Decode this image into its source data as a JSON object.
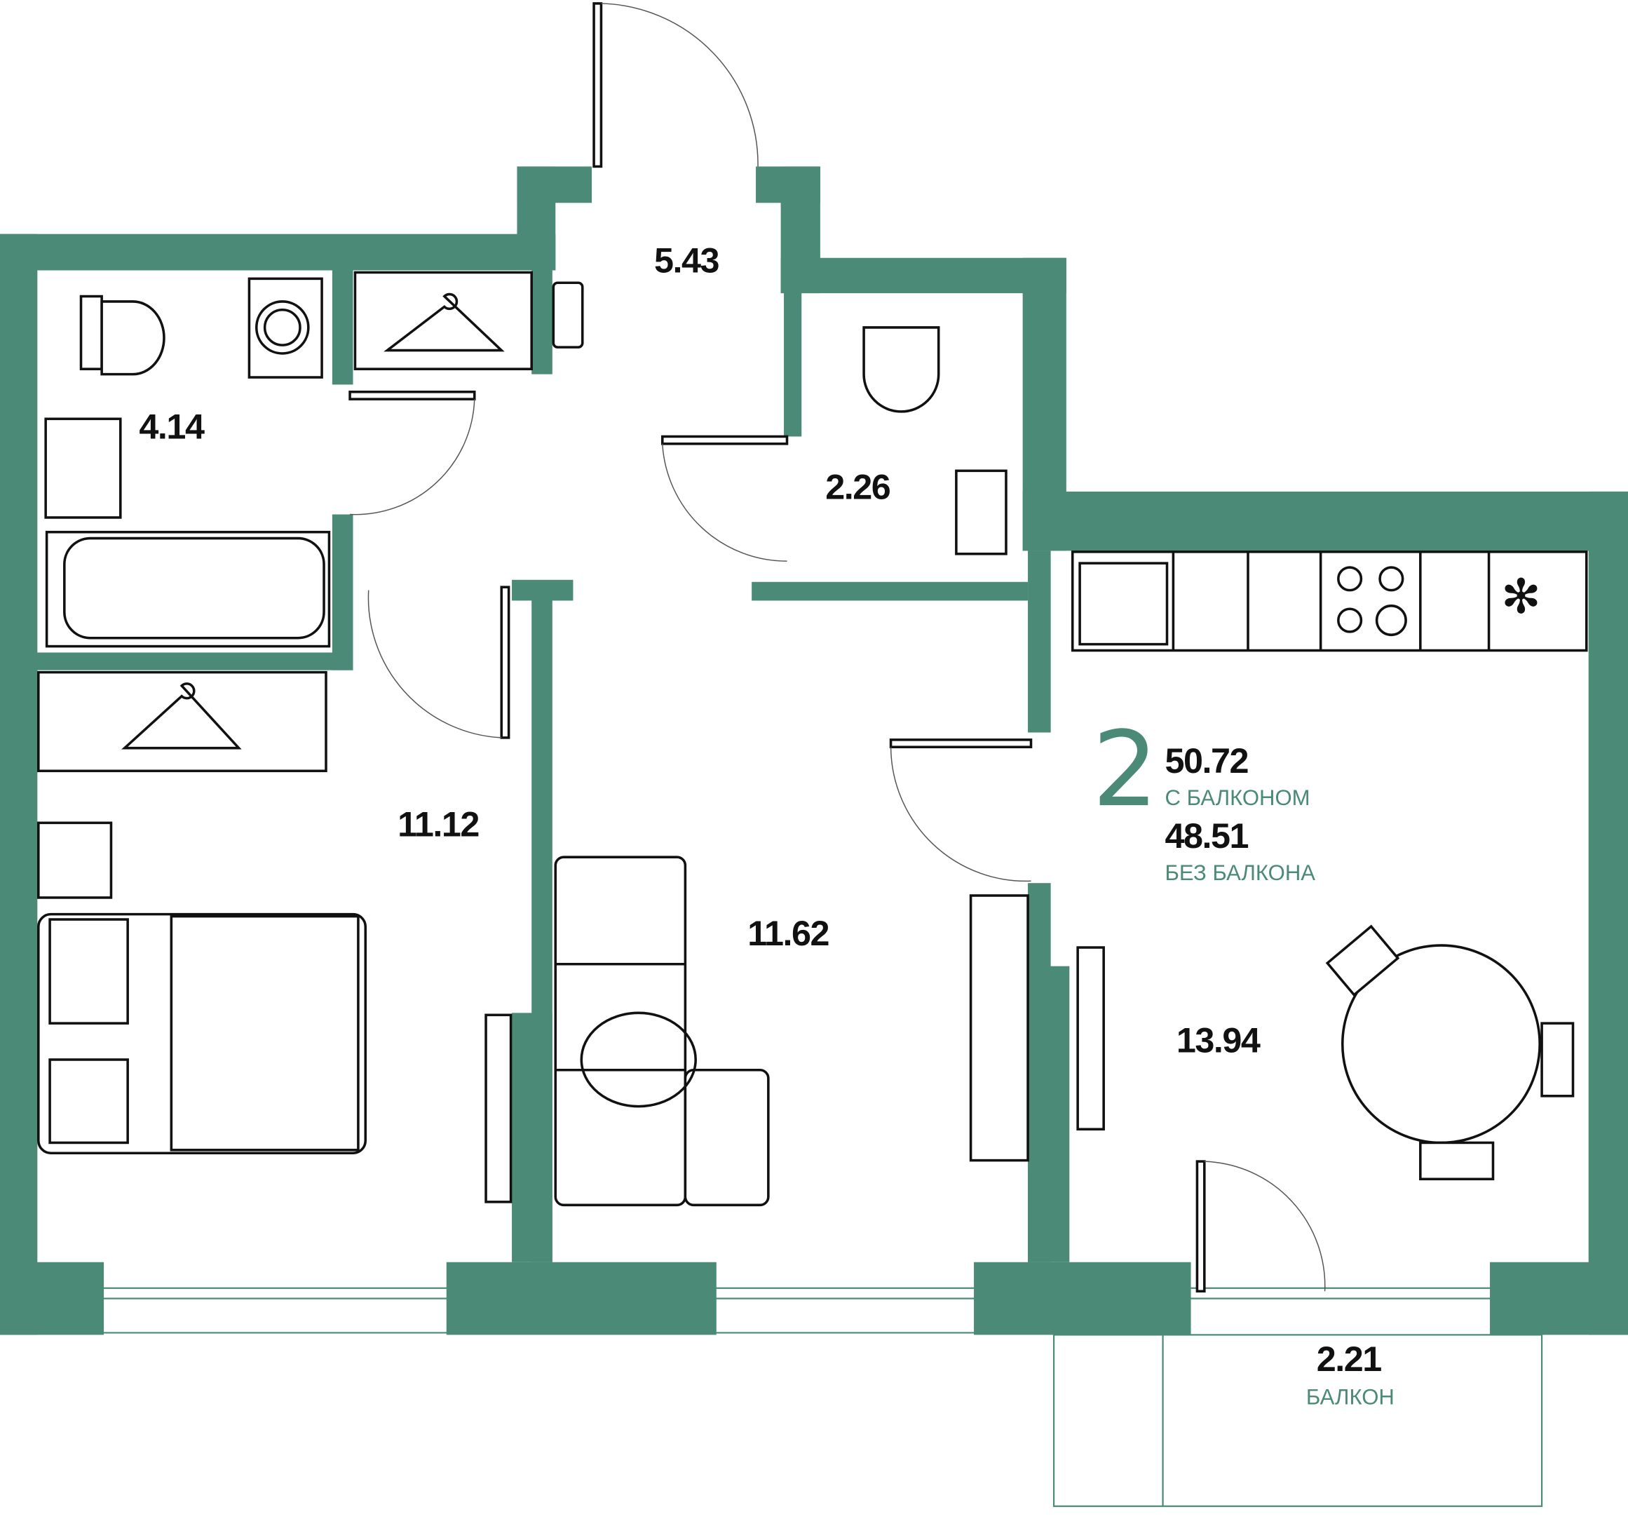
{
  "apartment": {
    "rooms_count": "2",
    "total_area": "50.72",
    "total_area_caption": "С БАЛКОНОМ",
    "area_without_balcony": "48.51",
    "area_without_balcony_caption": "БЕЗ БАЛКОНА"
  },
  "rooms": {
    "hall": "5.43",
    "bathroom": "4.14",
    "wc": "2.26",
    "bedroom": "11.12",
    "living": "11.62",
    "kitchen": "13.94",
    "balcony": "2.21",
    "balcony_caption": "БАЛКОН"
  },
  "colors": {
    "wall": "#4a8a76"
  }
}
